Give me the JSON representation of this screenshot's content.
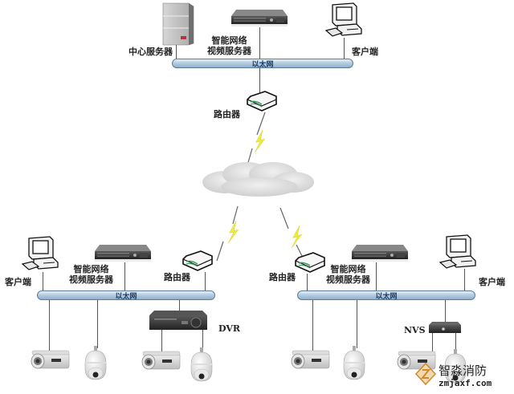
{
  "diagram": {
    "title": "网络视频监控系统拓扑",
    "top_network": {
      "bus_label": "以太网",
      "nodes": {
        "center_server": "中心服务器",
        "video_server_line1": "智能网络",
        "video_server_line2": "视频服务器",
        "client": "客户端"
      }
    },
    "core": {
      "router": "路由器",
      "cloud": "internet-cloud"
    },
    "left_site": {
      "bus_label": "以太网",
      "client": "客户端",
      "video_server_line1": "智能网络",
      "video_server_line2": "视频服务器",
      "router": "路由器",
      "recorder": "DVR",
      "cameras": [
        "bullet-camera",
        "dome-camera",
        "bullet-camera",
        "dome-camera"
      ]
    },
    "right_site": {
      "bus_label": "以太网",
      "router": "路由器",
      "video_server_line1": "智能网络",
      "video_server_line2": "视频服务器",
      "client": "客户端",
      "encoder": "NVS",
      "cameras": [
        "bullet-camera",
        "dome-camera",
        "bullet-camera",
        "dome-camera"
      ]
    },
    "colors": {
      "bus": "#a9c4db",
      "lightning": "#e8e83a",
      "cloud": "#d8d8d8",
      "router_accent": "#3a9a5a"
    },
    "watermark": {
      "name": "智淼消防",
      "url": "zmjaxf.com"
    }
  }
}
